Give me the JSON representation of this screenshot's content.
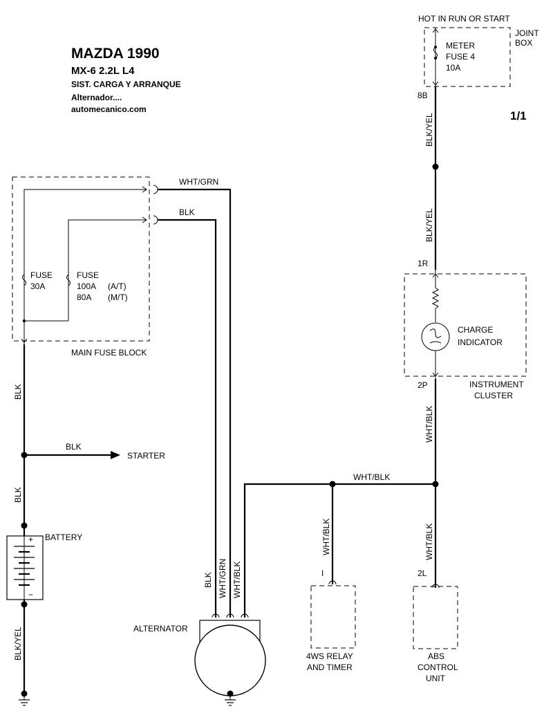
{
  "header": {
    "title": "MAZDA 1990",
    "model": "MX-6  2.2L  L4",
    "system": "SIST. CARGA  Y ARRANQUE",
    "subject": "Alternador....",
    "site": "automecanico.com",
    "page": "1/1"
  },
  "power_source": {
    "label": "HOT IN RUN OR START",
    "box_label_1": "JOINT",
    "box_label_2": "BOX",
    "fuse_name_1": "METER",
    "fuse_name_2": "FUSE 4",
    "fuse_rating": "10A",
    "connector": "8B"
  },
  "main_fuse_block": {
    "label": "MAIN FUSE BLOCK",
    "fuse1_name": "FUSE",
    "fuse1_rating": "30A",
    "fuse2_name": "FUSE",
    "fuse2_rating_at": "100A",
    "fuse2_at": "(A/T)",
    "fuse2_rating_mt": "80A",
    "fuse2_mt": "(M/T)"
  },
  "wires": {
    "wht_grn_top": "WHT/GRN",
    "blk_top": "BLK",
    "blk_yel_1": "BLK/YEL",
    "blk_yel_2": "BLK/YEL",
    "blk_left_1": "BLK",
    "blk_starter": "BLK",
    "blk_left_2": "BLK",
    "blk_yel_ground": "BLK/YEL",
    "wht_blk_cluster": "WHT/BLK",
    "wht_blk_horizontal": "WHT/BLK",
    "wht_blk_4ws": "WHT/BLK",
    "wht_blk_abs": "WHT/BLK",
    "alt_blk": "BLK",
    "alt_wht_grn": "WHT/GRN",
    "alt_wht_blk": "WHT/BLK"
  },
  "components": {
    "starter": "STARTER",
    "battery": "BATTERY",
    "battery_plus": "+",
    "battery_minus": "−",
    "alternator": "ALTERNATOR",
    "charge_indicator_1": "CHARGE",
    "charge_indicator_2": "INDICATOR",
    "instrument_cluster_1": "INSTRUMENT",
    "instrument_cluster_2": "CLUSTER",
    "cluster_in": "1R",
    "cluster_out": "2P",
    "relay_1": "4WS RELAY",
    "relay_2": "AND TIMER",
    "relay_pin": "I",
    "abs_1": "ABS",
    "abs_2": "CONTROL",
    "abs_3": "UNIT",
    "abs_pin": "2L"
  }
}
